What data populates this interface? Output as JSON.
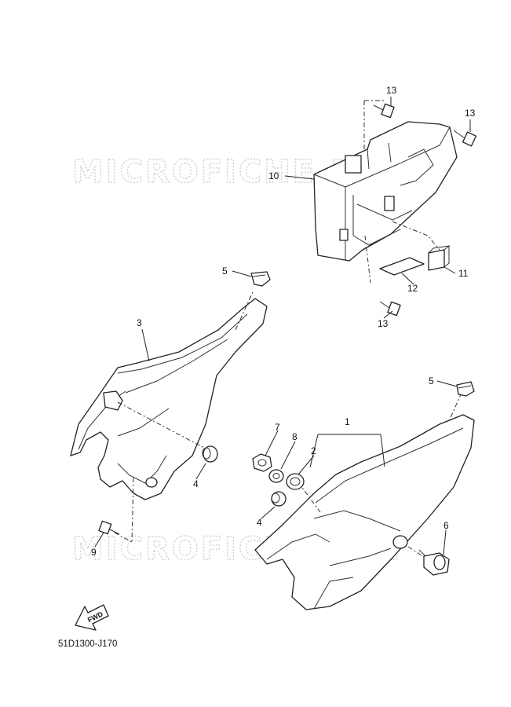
{
  "watermark": "MICROFICHE.NET",
  "callouts": {
    "c1": "1",
    "c2": "2",
    "c3": "3",
    "c4a": "4",
    "c4b": "4",
    "c5a": "5",
    "c5b": "5",
    "c6": "6",
    "c7": "7",
    "c8": "8",
    "c9": "9",
    "c10": "10",
    "c11": "11",
    "c12": "12",
    "c13a": "13",
    "c13b": "13",
    "c13c": "13"
  },
  "fwd_label": "FWD",
  "diagram_code": "51D1300-J170"
}
